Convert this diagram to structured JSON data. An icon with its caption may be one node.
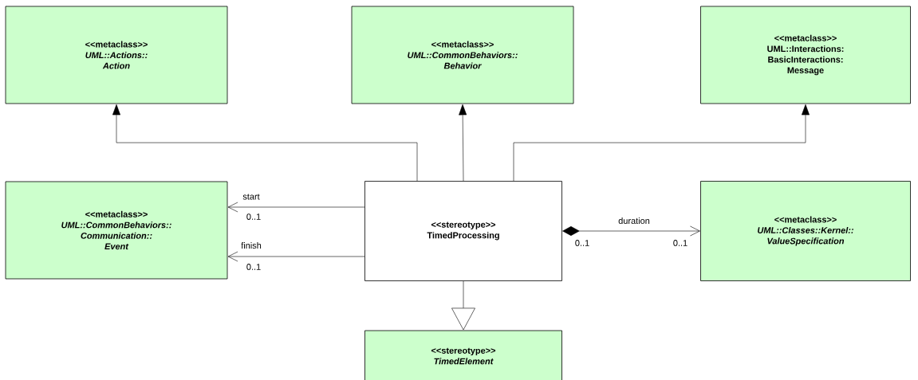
{
  "diagram": {
    "nodes": [
      {
        "text": [
          "<<metaclass>>",
          "UML::Actions:: Action"
        ]
      },
      {
        "text": [
          "<<metaclass>>",
          "UML::CommonBehaviors:: Behavior"
        ]
      },
      {
        "text": [
          "<<metaclass>>",
          "UML::Interactions: BasicInteractions: Message"
        ]
      },
      {
        "text": [
          "<<metaclass>>",
          "UML::CommonBehaviors:: Communication:: Event"
        ]
      },
      {
        "text": [
          "<<stereotype>>",
          "TimedProcessing"
        ]
      },
      {
        "text": [
          "<<metaclass>>",
          "UML::Classes::Kernel:: ValueSpecification"
        ]
      },
      {
        "text": [
          "<<stereotype>>",
          "TimedElement"
        ]
      }
    ],
    "edges": [
      {
        "from": 4,
        "to": 0,
        "arrow": "to"
      },
      {
        "from": 4,
        "to": 1,
        "arrow": "to"
      },
      {
        "from": 4,
        "to": 2,
        "arrow": "to"
      },
      {
        "from": 4,
        "to": 3,
        "arrow": "to",
        "label": "start"
      },
      {
        "from": 4,
        "to": 3,
        "arrow": "to",
        "label": "finish"
      },
      {
        "from": 4,
        "to": 5,
        "arrow": "to",
        "label": "duration"
      },
      {
        "from": 4,
        "to": 6,
        "arrow": "to"
      }
    ],
    "labels": [
      "0..1",
      "0..1",
      "0..1",
      "0..1"
    ]
  }
}
